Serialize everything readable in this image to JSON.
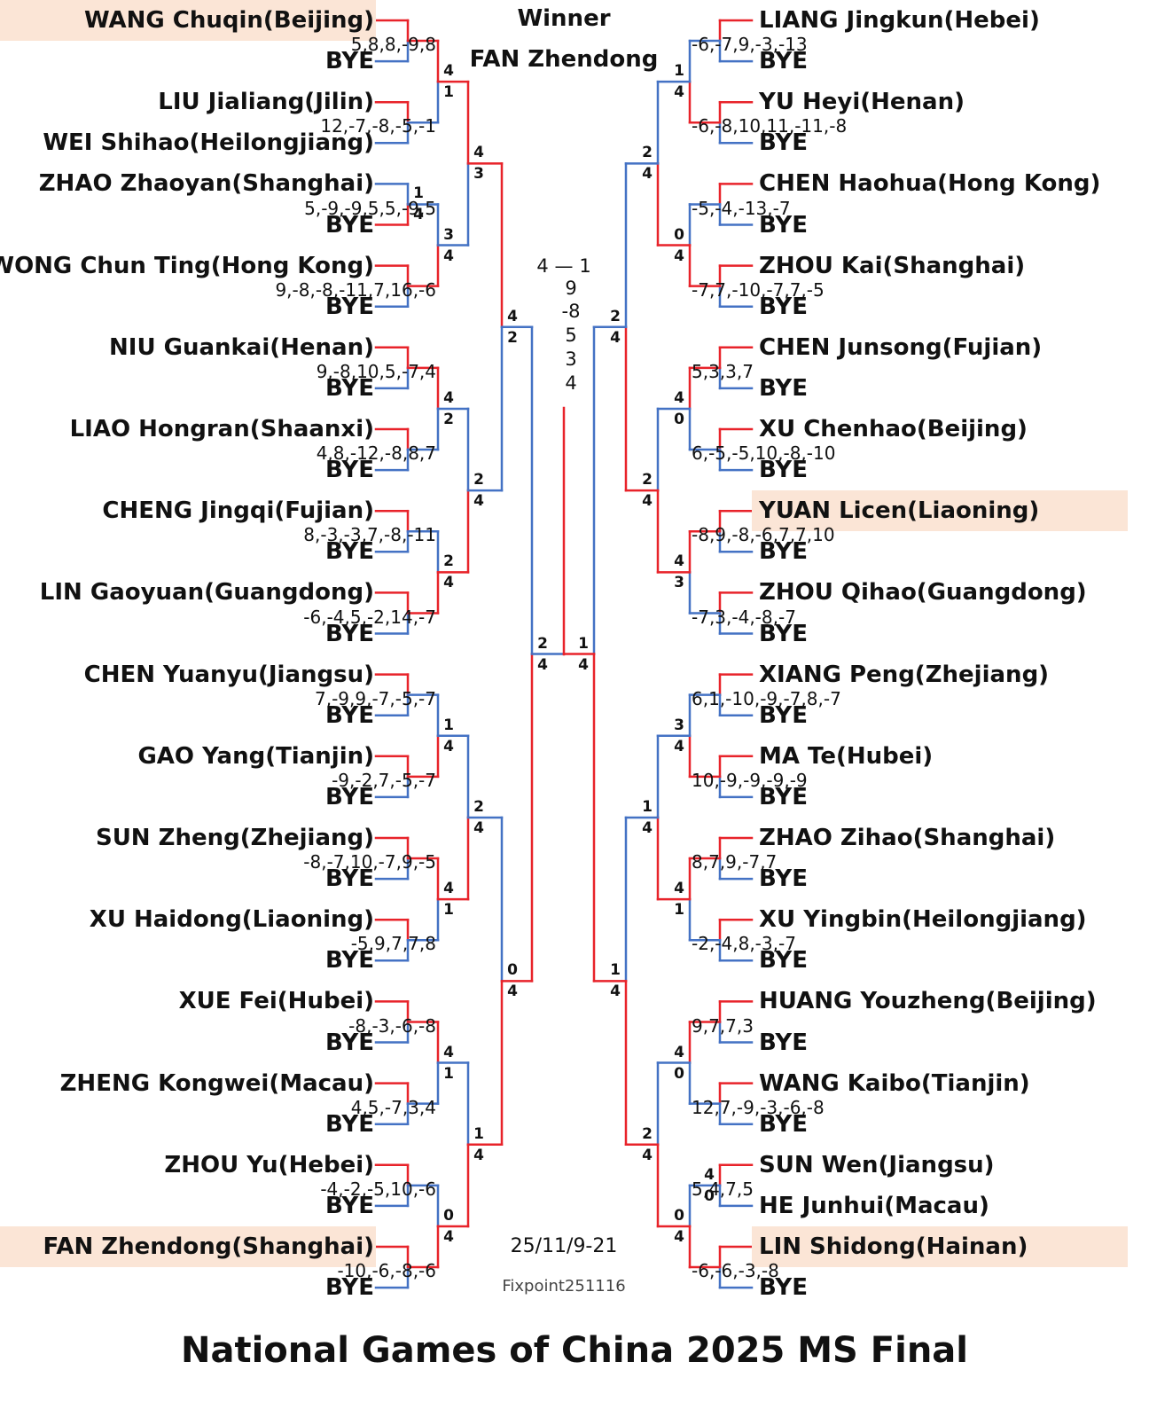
{
  "title": "National Games of China 2025 MS Final",
  "winner_label": "Winner",
  "winner_name": "FAN Zhendong",
  "date": "25/11/9-21",
  "credit": "Fixpoint251116",
  "colors": {
    "winner_line": "#e8232a",
    "loser_line": "#4472c4",
    "highlight": "#fbe5d6"
  },
  "final": {
    "games_left": "4",
    "dash": "—",
    "games_right": "1",
    "scores": [
      "9",
      "-8",
      "5",
      "3",
      "4"
    ]
  },
  "left": {
    "players": [
      "WANG Chuqin(Beijing)",
      "BYE",
      "LIU Jialiang(Jilin)",
      "WEI Shihao(Heilongjiang)",
      "ZHAO Zhaoyan(Shanghai)",
      "BYE",
      "WONG Chun Ting(Hong Kong)",
      "BYE",
      "NIU Guankai(Henan)",
      "BYE",
      "LIAO Hongran(Shaanxi)",
      "BYE",
      "CHENG Jingqi(Fujian)",
      "BYE",
      "LIN Gaoyuan(Guangdong)",
      "BYE",
      "CHEN Yuanyu(Jiangsu)",
      "BYE",
      "GAO Yang(Tianjin)",
      "BYE",
      "SUN Zheng(Zhejiang)",
      "BYE",
      "XU Haidong(Liaoning)",
      "BYE",
      "XUE Fei(Hubei)",
      "BYE",
      "ZHENG Kongwei(Macau)",
      "BYE",
      "ZHOU Yu(Hebei)",
      "BYE",
      "FAN Zhendong(Shanghai)",
      "BYE"
    ],
    "highlighted": [
      0,
      30
    ],
    "r1": [
      [
        0,
        0
      ],
      [
        0,
        0
      ],
      [
        1,
        4
      ],
      [
        0,
        0
      ],
      [
        0,
        0
      ],
      [
        0,
        0
      ],
      [
        0,
        0
      ],
      [
        0,
        0
      ],
      [
        0,
        0
      ],
      [
        0,
        0
      ],
      [
        0,
        0
      ],
      [
        0,
        0
      ],
      [
        0,
        0
      ],
      [
        0,
        0
      ],
      [
        0,
        0
      ],
      [
        0,
        0
      ]
    ],
    "r2": [
      [
        4,
        1
      ],
      [
        3,
        4
      ],
      [
        4,
        2
      ],
      [
        2,
        4
      ],
      [
        1,
        4
      ],
      [
        4,
        1
      ],
      [
        4,
        1
      ],
      [
        0,
        4
      ]
    ],
    "r3": [
      [
        4,
        3
      ],
      [
        2,
        4
      ],
      [
        2,
        4
      ],
      [
        1,
        4
      ]
    ],
    "r4": [
      [
        4,
        2
      ],
      [
        0,
        4
      ]
    ],
    "r5": [
      [
        2,
        4
      ]
    ],
    "scores": [
      "5,8,8,-9,8",
      "12,-7,-8,-5,-1",
      "5,-9,-9,5,5,-9,5",
      "9,-8,-8,-11,7,16,-6",
      "9,-8,10,5,-7,4",
      "4,8,-12,-8,8,7",
      "8,-3,-3,7,-8,-11",
      "-6,-4,5,-2,14,-7",
      "7,-9,9,-7,-5,-7",
      "-9,-2,7,-5,-7",
      "-8,-7,10,-7,9,-5",
      "-5,9,7,7,8",
      "-8,-3,-6,-8",
      "4,5,-7,3,4",
      "-4,-2,-5,10,-6",
      "-10,-6,-8,-6"
    ]
  },
  "right": {
    "players": [
      "LIANG Jingkun(Hebei)",
      "BYE",
      "YU Heyi(Henan)",
      "BYE",
      "CHEN Haohua(Hong Kong)",
      "BYE",
      "ZHOU Kai(Shanghai)",
      "BYE",
      "CHEN Junsong(Fujian)",
      "BYE",
      "XU Chenhao(Beijing)",
      "BYE",
      "YUAN Licen(Liaoning)",
      "BYE",
      "ZHOU Qihao(Guangdong)",
      "BYE",
      "XIANG Peng(Zhejiang)",
      "BYE",
      "MA Te(Hubei)",
      "BYE",
      "ZHAO Zihao(Shanghai)",
      "BYE",
      "XU Yingbin(Heilongjiang)",
      "BYE",
      "HUANG Youzheng(Beijing)",
      "BYE",
      "WANG Kaibo(Tianjin)",
      "BYE",
      "SUN Wen(Jiangsu)",
      "HE Junhui(Macau)",
      "LIN Shidong(Hainan)",
      "BYE"
    ],
    "highlighted": [
      12,
      30
    ],
    "r1": [
      [
        0,
        0
      ],
      [
        0,
        0
      ],
      [
        0,
        0
      ],
      [
        0,
        0
      ],
      [
        0,
        0
      ],
      [
        0,
        0
      ],
      [
        0,
        0
      ],
      [
        0,
        0
      ],
      [
        0,
        0
      ],
      [
        0,
        0
      ],
      [
        0,
        0
      ],
      [
        0,
        0
      ],
      [
        0,
        0
      ],
      [
        0,
        0
      ],
      [
        4,
        0
      ],
      [
        0,
        0
      ]
    ],
    "r2": [
      [
        1,
        4
      ],
      [
        0,
        4
      ],
      [
        4,
        0
      ],
      [
        4,
        3
      ],
      [
        3,
        4
      ],
      [
        4,
        1
      ],
      [
        4,
        0
      ],
      [
        0,
        4
      ]
    ],
    "r3": [
      [
        2,
        4
      ],
      [
        2,
        4
      ],
      [
        1,
        4
      ],
      [
        2,
        4
      ]
    ],
    "r4": [
      [
        2,
        4
      ],
      [
        1,
        4
      ]
    ],
    "r5": [
      [
        1,
        4
      ]
    ],
    "scores": [
      "-6,-7,9,-3,-13",
      "-6,-8,10,11,-11,-8",
      "-5,-4,-13,-7",
      "-7,7,-10,-7,7,-5",
      "5,3,3,7",
      "6,-5,-5,10,-8,-10",
      "-8,9,-8,-6,7,7,10",
      "-7,3,-4,-8,-7",
      "6,1,-10,-9,-7,8,-7",
      "10,-9,-9,-9,-9",
      "8,7,9,-7,7",
      "-2,-4,8,-3,-7",
      "9,7,7,3",
      "12,7,-9,-3,-6,-8",
      "5,4,7,5",
      "-6,-6,-3,-8"
    ]
  }
}
